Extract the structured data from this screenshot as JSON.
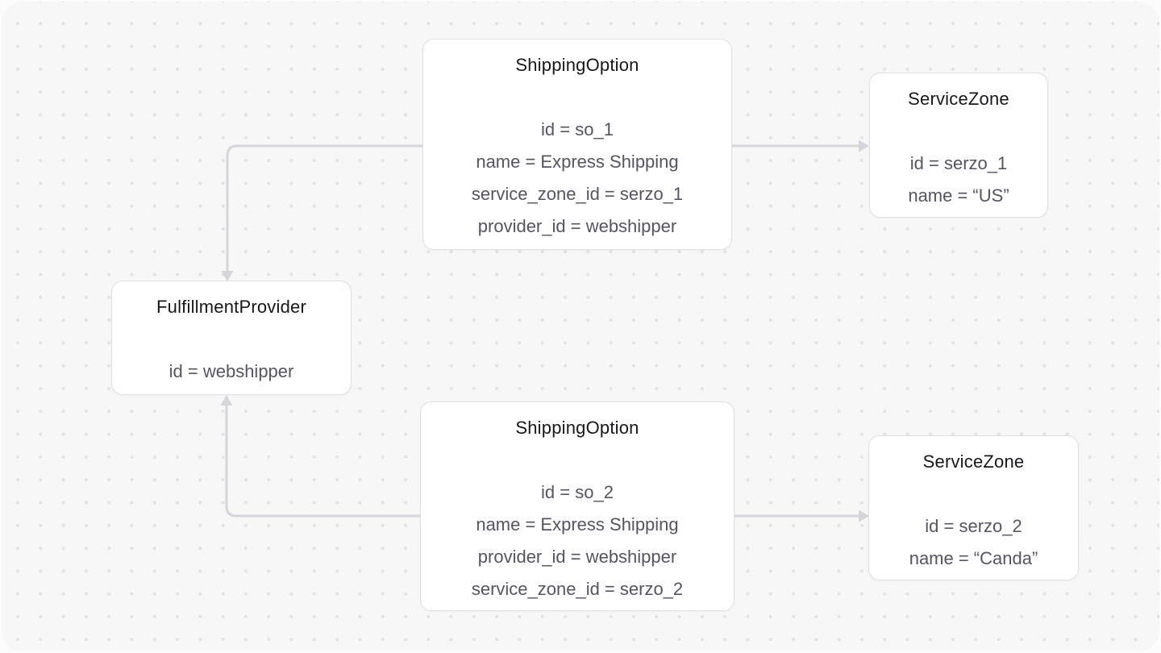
{
  "diagram": {
    "kind": "entity-relationship-diagram",
    "nodes": [
      {
        "id": "shipping_option_1",
        "title": "ShippingOption",
        "fields": [
          "id = so_1",
          "name = Express Shipping",
          "service_zone_id = serzo_1",
          "provider_id = webshipper"
        ]
      },
      {
        "id": "service_zone_1",
        "title": "ServiceZone",
        "fields": [
          "id = serzo_1",
          "name = “US”"
        ]
      },
      {
        "id": "fulfillment_provider",
        "title": "FulfillmentProvider",
        "fields": [
          "id = webshipper"
        ]
      },
      {
        "id": "shipping_option_2",
        "title": "ShippingOption",
        "fields": [
          "id = so_2",
          "name = Express Shipping",
          "provider_id = webshipper",
          "service_zone_id = serzo_2"
        ]
      },
      {
        "id": "service_zone_2",
        "title": "ServiceZone",
        "fields": [
          "id = serzo_2",
          "name = “Canda”"
        ]
      }
    ],
    "edges": [
      {
        "from": "shipping_option_1",
        "to": "fulfillment_provider",
        "style": "arrow"
      },
      {
        "from": "shipping_option_1",
        "to": "service_zone_1",
        "style": "arrow"
      },
      {
        "from": "shipping_option_2",
        "to": "fulfillment_provider",
        "style": "arrow"
      },
      {
        "from": "shipping_option_2",
        "to": "service_zone_2",
        "style": "arrow"
      }
    ]
  },
  "colors": {
    "background": "#fcfcfc",
    "canvas": "#f7f7f8",
    "dot": "#e3e3e6",
    "node_background": "#ffffff",
    "node_border": "#e0e0e4",
    "connector": "#d5d5da",
    "title_text": "#18181b",
    "field_text": "#555560"
  }
}
